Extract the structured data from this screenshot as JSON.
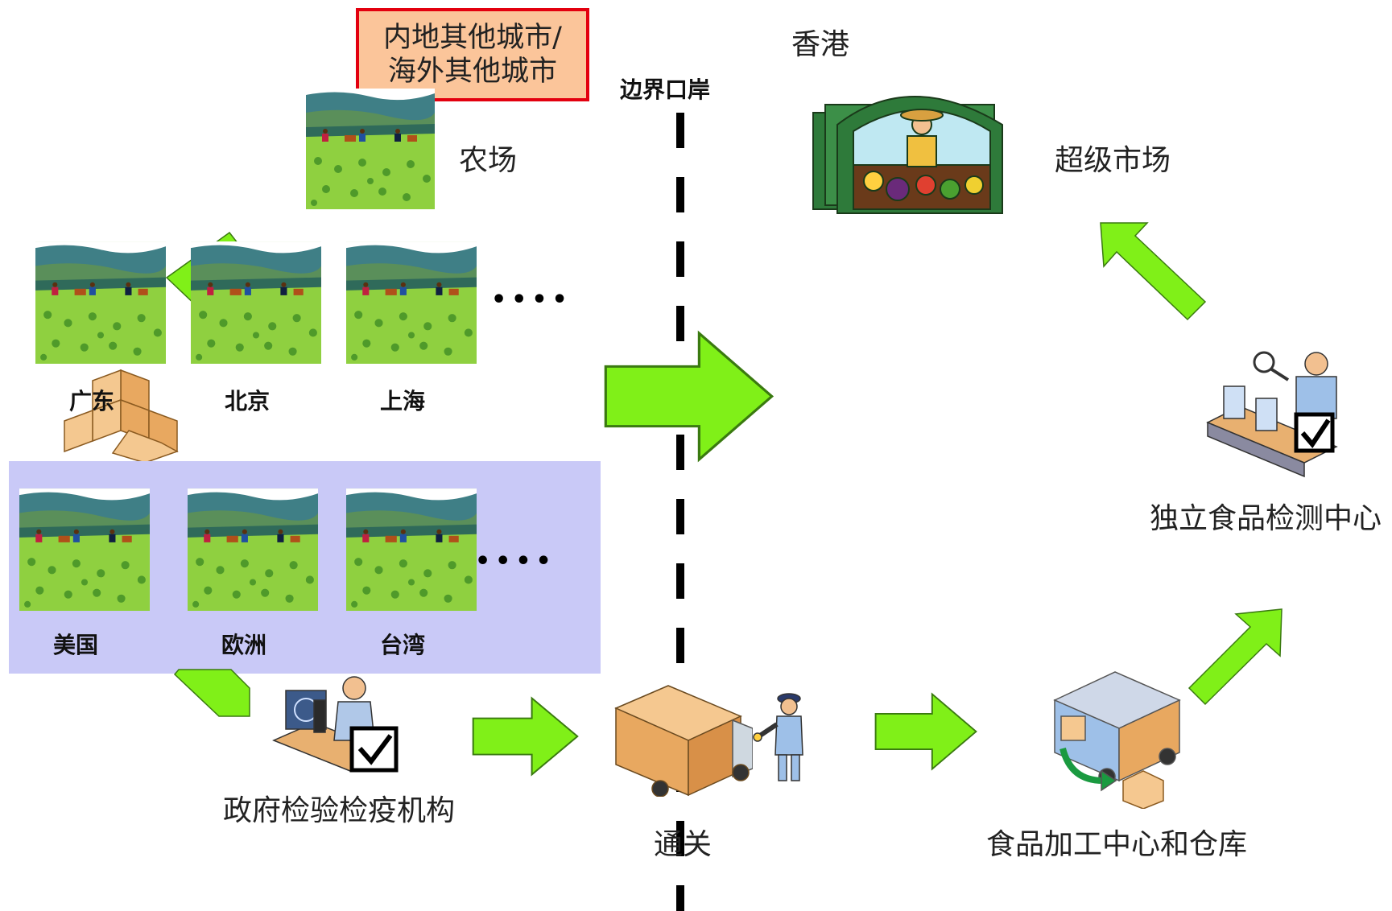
{
  "source_box": {
    "line1": "内地其他城市/",
    "line2": "海外其他城市"
  },
  "border": {
    "label": "边界口岸"
  },
  "hongkong": {
    "label": "香港"
  },
  "farm": {
    "label": "农场"
  },
  "mainland_cities": [
    "广东",
    "北京",
    "上海"
  ],
  "overseas_regions": [
    "美国",
    "欧洲",
    "台湾"
  ],
  "ellipsis": "••••",
  "nodes": {
    "supermarket": "超级市场",
    "testing_center": "独立食品检测中心",
    "gov_inspection": "政府检验检疫机构",
    "customs": "通关",
    "processing": "食品加工中心和仓库"
  },
  "colors": {
    "arrow": "#80f018",
    "arrow_stroke": "#3a7a10",
    "source_border": "#e3000f",
    "source_fill": "#fbc59a",
    "panel": "#c9c9f7"
  }
}
